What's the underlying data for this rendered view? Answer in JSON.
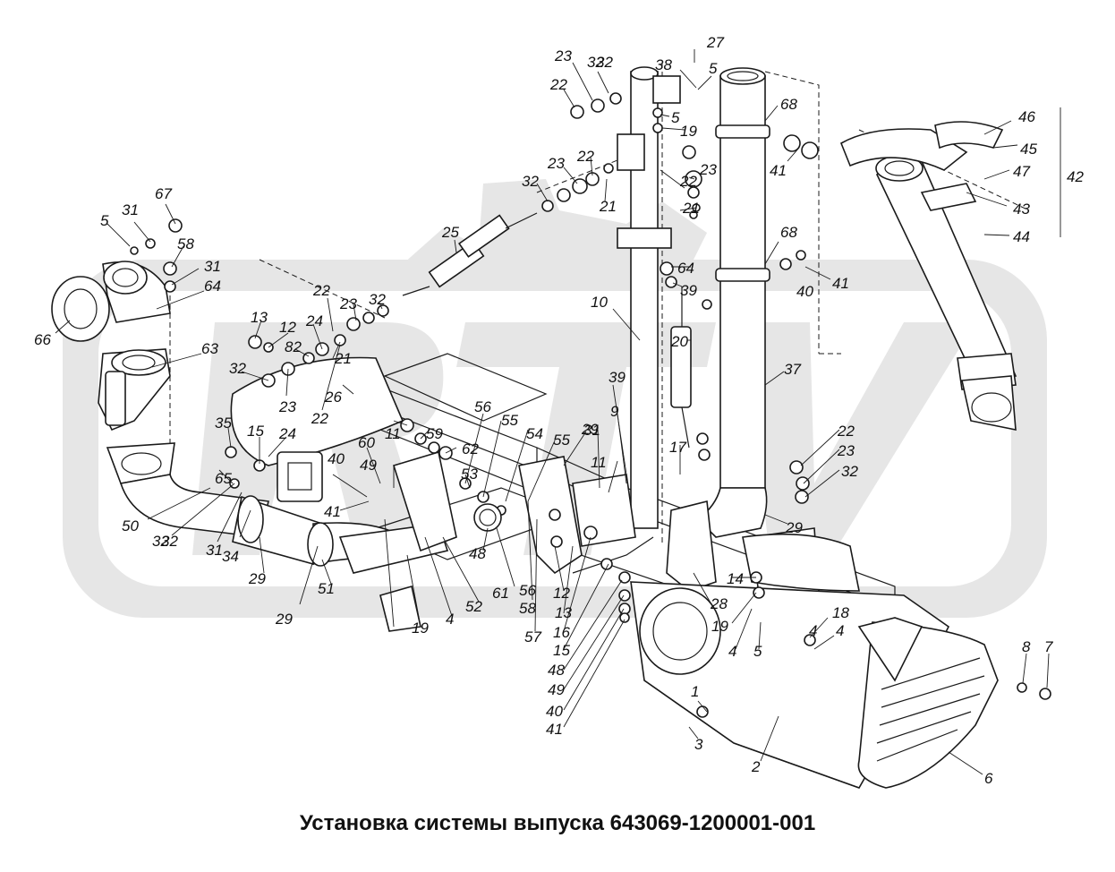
{
  "caption": "Установка системы выпуска 643069-1200001-001",
  "watermark_color": "#e6e6e6",
  "labels": [
    "1",
    "2",
    "3",
    "4",
    "4",
    "4",
    "4",
    "5",
    "5",
    "5",
    "5",
    "6",
    "7",
    "8",
    "9",
    "10",
    "11",
    "11",
    "12",
    "12",
    "13",
    "13",
    "14",
    "15",
    "15",
    "16",
    "17",
    "18",
    "19",
    "19",
    "19",
    "20",
    "21",
    "21",
    "21",
    "22",
    "22",
    "22",
    "22",
    "22",
    "22",
    "23",
    "23",
    "23",
    "23",
    "23",
    "23",
    "24",
    "24",
    "25",
    "26",
    "27",
    "28",
    "29",
    "29",
    "29",
    "29",
    "31",
    "31",
    "31",
    "31",
    "32",
    "32",
    "32",
    "32",
    "32",
    "32",
    "32",
    "32",
    "34",
    "35",
    "37",
    "38",
    "39",
    "39",
    "40",
    "40",
    "40",
    "41",
    "41",
    "41",
    "41",
    "42",
    "43",
    "44",
    "45",
    "46",
    "47",
    "48",
    "48",
    "49",
    "49",
    "50",
    "51",
    "52",
    "53",
    "54",
    "55",
    "55",
    "56",
    "56",
    "57",
    "58",
    "58",
    "59",
    "60",
    "61",
    "62",
    "63",
    "64",
    "64",
    "65",
    "66",
    "67",
    "68",
    "68",
    "82"
  ]
}
